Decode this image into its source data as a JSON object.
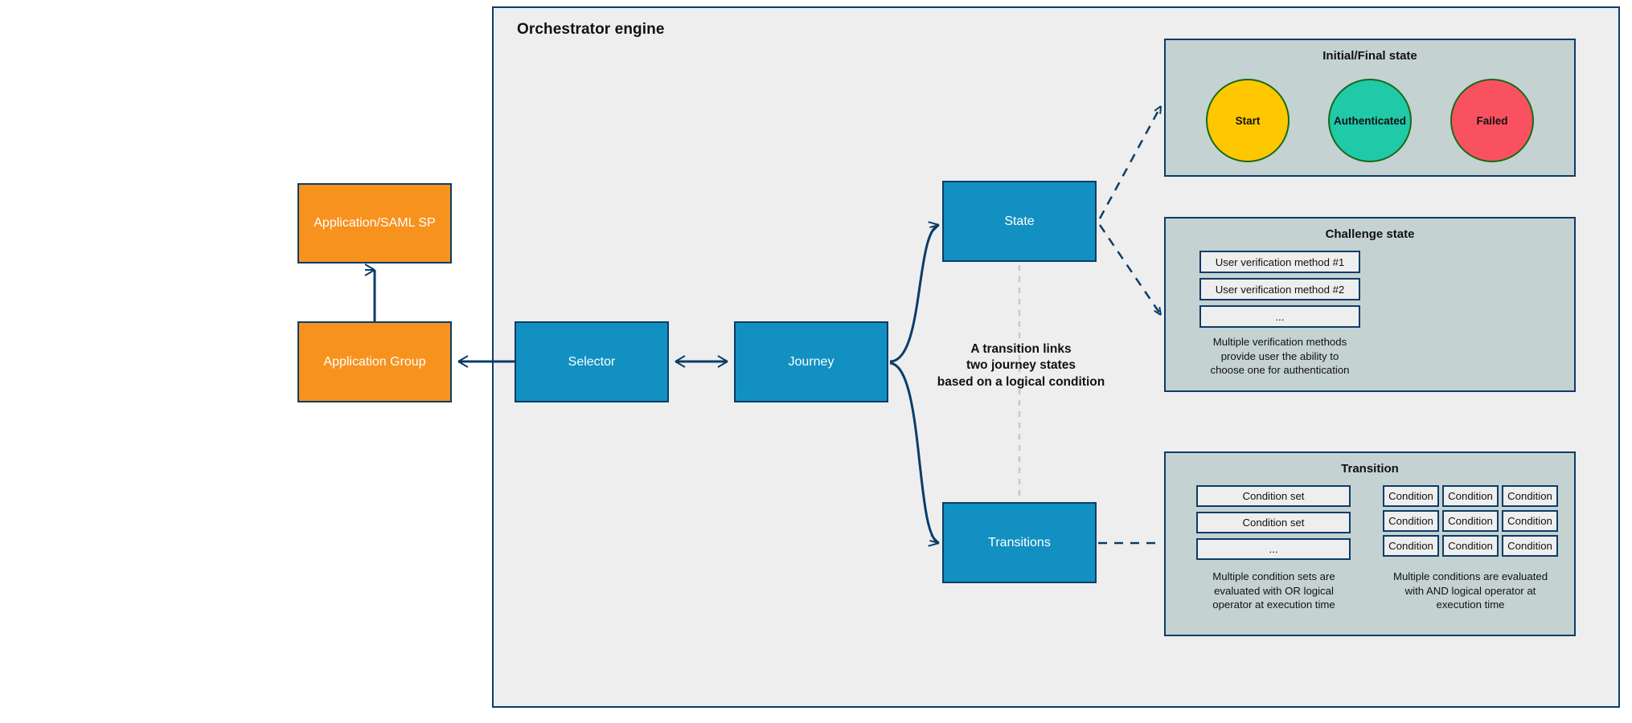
{
  "orchestrator": {
    "title": "Orchestrator engine"
  },
  "nodes": {
    "application": {
      "label": "Application/SAML SP",
      "fill": "#f7921e"
    },
    "application_group": {
      "label": "Application Group",
      "fill": "#f7921e"
    },
    "selector": {
      "label": "Selector",
      "fill": "#1290c2"
    },
    "journey": {
      "label": "Journey",
      "fill": "#1290c2"
    },
    "state": {
      "label": "State",
      "fill": "#1290c2"
    },
    "transitions": {
      "label": "Transitions",
      "fill": "#1290c2"
    }
  },
  "center_note": {
    "line1": "A transition links",
    "line2": "two journey states",
    "line3": "based on a logical condition"
  },
  "panels": {
    "initial_final": {
      "title": "Initial/Final state",
      "circles": [
        {
          "label": "Start",
          "fill": "#ffc700"
        },
        {
          "label": "Authenticated",
          "fill": "#20c9a8"
        },
        {
          "label": "Failed",
          "fill": "#fa5160"
        }
      ]
    },
    "challenge": {
      "title": "Challenge state",
      "items": [
        "User verification method #1",
        "User verification method #2",
        "..."
      ],
      "caption_line1": "Multiple verification methods",
      "caption_line2": "provide user the ability to",
      "caption_line3": "choose one for authentication"
    },
    "transition": {
      "title": "Transition",
      "condition_sets": [
        "Condition set",
        "Condition set",
        "..."
      ],
      "conditions": [
        "Condition",
        "Condition",
        "Condition",
        "Condition",
        "Condition",
        "Condition",
        "Condition",
        "Condition",
        "Condition"
      ],
      "caption_left_line1": "Multiple condition sets are",
      "caption_left_line2": "evaluated with OR logical",
      "caption_left_line3": "operator at execution time",
      "caption_right_line1": "Multiple conditions are evaluated",
      "caption_right_line2": "with AND logical operator at",
      "caption_right_line3": "execution time"
    }
  },
  "colors": {
    "canvas": "#eeeeee",
    "stroke": "#0b3c68",
    "panel_fill": "#c5d2d2",
    "orange": "#f7921e",
    "blue": "#1290c2",
    "dashed_gray": "#c8c8c8"
  }
}
